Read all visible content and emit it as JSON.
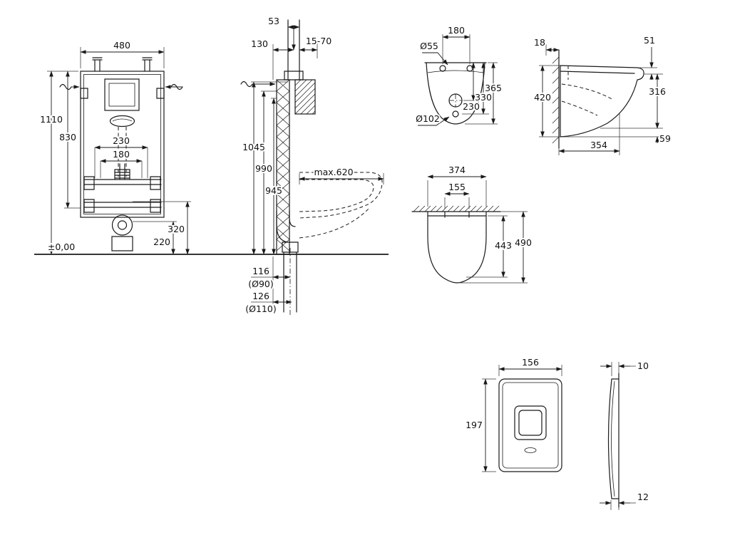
{
  "colors": {
    "line": "#1a1a1a",
    "background": "#ffffff"
  },
  "views": {
    "frame_front": {
      "width": "480",
      "height_total": "1110",
      "height_upper": "830",
      "mount_width": "230",
      "mount_inner_width": "180",
      "outlet_top_height": "320",
      "outlet_center_height": "220",
      "floor_level": "±0,00"
    },
    "frame_side": {
      "pipe": "53",
      "wall_distance": "130",
      "adjust_range": "15-70",
      "height_1": "1045",
      "height_2": "990",
      "height_3": "945",
      "max_depth": "max.620",
      "drain_offset_1": "116",
      "drain_dia_1": "(Ø90)",
      "drain_offset_2": "126",
      "drain_dia_2": "(Ø110)"
    },
    "bowl_top": {
      "hole_spacing": "180",
      "inlet_dia": "Ø55",
      "depth_1": "365",
      "depth_2": "330",
      "depth_3": "230",
      "outlet_dia": "Ø102"
    },
    "bowl_side": {
      "wall_gap": "18",
      "seat_front": "51",
      "height": "420",
      "body_height": "316",
      "depth": "354",
      "bottom_height": "59"
    },
    "bowl_bottom": {
      "width": "374",
      "hole_spacing": "155",
      "inner_depth": "443",
      "depth": "490"
    },
    "plate_front": {
      "width": "156",
      "height": "197"
    },
    "plate_side": {
      "thickness": "10",
      "bottom_gap": "12"
    }
  }
}
